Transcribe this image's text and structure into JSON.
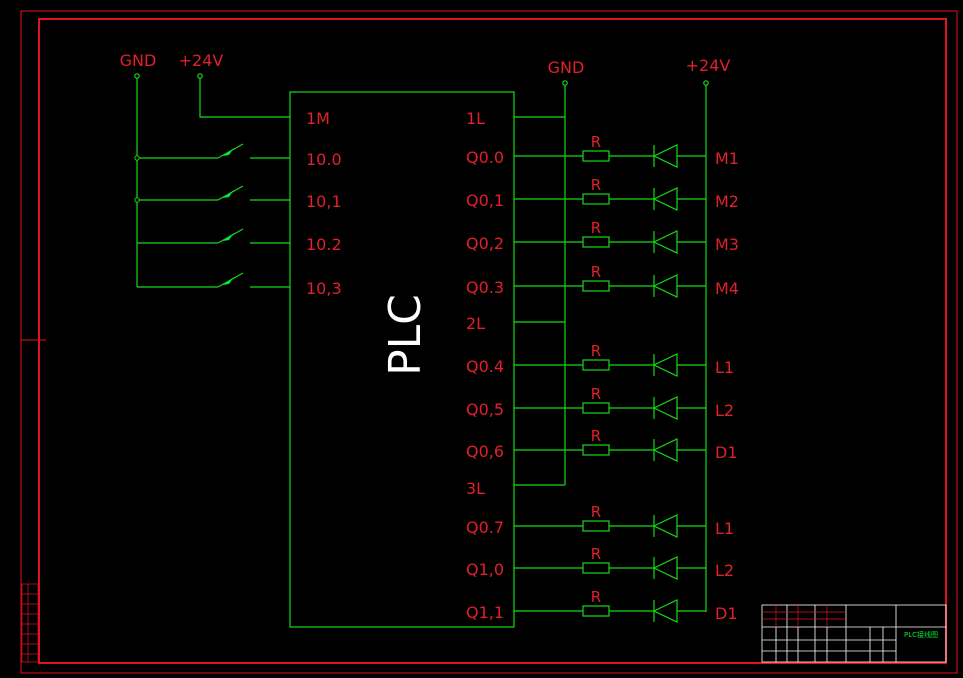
{
  "colors": {
    "background": "#000000",
    "border": "#e0141e",
    "wire": "#17d817",
    "label": "#e0202a",
    "plc_text": "#ffffff",
    "switch_fill": "#00ee33",
    "title_text": "#00ee33"
  },
  "plc_label": "PLC",
  "power": {
    "left_gnd": "GND",
    "left_24v": "+24V",
    "right_gnd": "GND",
    "right_24v": "+24V"
  },
  "inputs": {
    "common": "1M",
    "pins": [
      "10.0",
      "10,1",
      "10.2",
      "10,3"
    ]
  },
  "outputs": {
    "commons": [
      "1L",
      "2L",
      "3L"
    ],
    "resistor_label": "R",
    "pins": [
      {
        "pin": "Q0.0",
        "load": "M1"
      },
      {
        "pin": "Q0,1",
        "load": "M2"
      },
      {
        "pin": "Q0,2",
        "load": "M3"
      },
      {
        "pin": "Q0.3",
        "load": "M4"
      },
      {
        "pin": "Q0.4",
        "load": "L1"
      },
      {
        "pin": "Q0,5",
        "load": "L2"
      },
      {
        "pin": "Q0,6",
        "load": "D1"
      },
      {
        "pin": "Q0.7",
        "load": "L1"
      },
      {
        "pin": "Q1,0",
        "load": "L2"
      },
      {
        "pin": "Q1,1",
        "load": "D1"
      }
    ]
  },
  "title_block": {
    "drawing_name": "PLC接线图"
  }
}
